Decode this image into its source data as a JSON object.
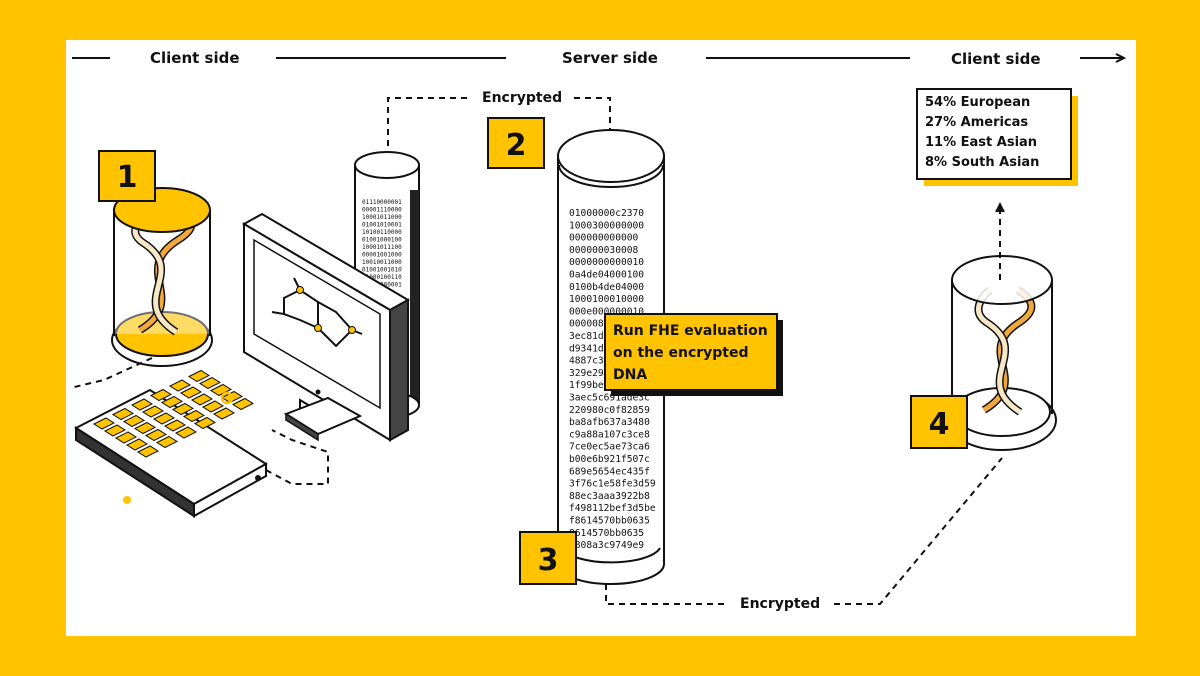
{
  "headers": {
    "left": "Client side",
    "center": "Server side",
    "right": "Client side"
  },
  "encrypted_labels": {
    "top": "Encrypted",
    "bottom": "Encrypted"
  },
  "steps": [
    "1",
    "2",
    "3",
    "4"
  ],
  "fhe_callout": [
    "Run FHE evaluation",
    "on the encrypted",
    "DNA"
  ],
  "result_lines": [
    "54% European",
    "27% Americas",
    "11% East Asian",
    "8% South Asian"
  ],
  "encrypted_data": [
    "01000000c2370",
    "1000300000000",
    "000000000000",
    "000000030008",
    "0000000000010",
    "0a4de04000100",
    "0100b4de04000",
    "1000100010000",
    "000e000000010",
    "000008",
    "3ec81d1",
    "d9341dc",
    "4887c3a",
    "329e29c",
    "1f99beb",
    "3aec5c691ade3c",
    "220980c0f82859",
    "ba8afb637a3480",
    "c9a88a107c3ce8",
    "7ce0ec5ae73ca6",
    "b00e6b921f507c",
    "689e5654ec435f",
    "3f76c1e58fe3d59",
    "88ec3aaa3922b8",
    "f498112bef3d5be",
    "f8614570bb0635",
    "8614570bb0635",
    "c808a3c9749e9"
  ],
  "binary_data": [
    "01110000001",
    "00001110000",
    "10001011000",
    "01001010001",
    "10100110000",
    "01001000100",
    "10001011100",
    "00001001000",
    "10010011000",
    "01001001010",
    "11000100110",
    "00111000001"
  ],
  "colors": {
    "accent": "#ffc300",
    "dark": "#111111",
    "helix_orange": "#f2a93b",
    "helix_cream": "#f6e7c6",
    "background": "#ffffff"
  }
}
